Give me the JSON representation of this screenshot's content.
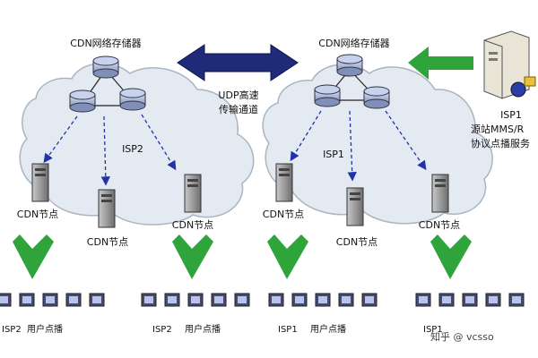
{
  "left_cloud": {
    "storage_label": "CDN网络存储器",
    "isp_label": "ISP2",
    "nodes": [
      "CDN节点",
      "CDN节点",
      "CDN节点"
    ]
  },
  "right_cloud": {
    "storage_label": "CDN网络存储器",
    "isp_label": "ISP1",
    "nodes": [
      "CDN节点",
      "CDN节点",
      "CDN节点"
    ]
  },
  "udp_channel": {
    "line1": "UDP高速",
    "line2": "传输通道"
  },
  "source_server": {
    "isp_label": "ISP1",
    "line1": "源站MMS/R",
    "line2": "协议点播服务"
  },
  "user_groups": [
    {
      "isp": "ISP2",
      "label": "用户点播"
    },
    {
      "isp": "ISP2",
      "label": "用户点播"
    },
    {
      "isp": "ISP1",
      "label": "用户点播"
    },
    {
      "isp": "ISP1",
      "label": ""
    }
  ],
  "watermark": "知乎 @ vcsso",
  "colors": {
    "cloud_fill": "#e3eaf1",
    "cloud_stroke": "#aab5c2",
    "double_arrow": "#1f2a78",
    "green_arrow": "#2ea43a",
    "dashed_arrow": "#2233aa"
  }
}
